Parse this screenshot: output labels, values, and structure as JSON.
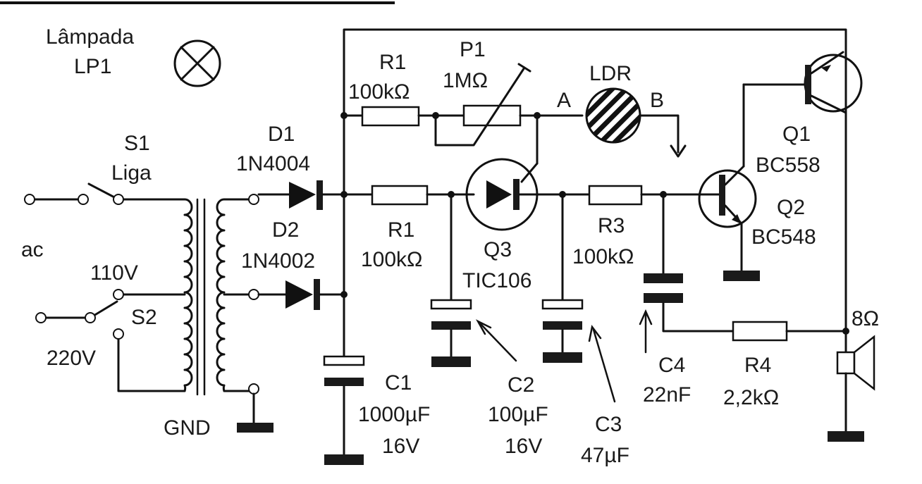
{
  "labels": {
    "lamp_title": "Lâmpada",
    "lamp_ref": "LP1",
    "s1_ref": "S1",
    "s1_name": "Liga",
    "ac": "ac",
    "v110": "110V",
    "s2_ref": "S2",
    "v220": "220V",
    "gnd": "GND",
    "d1_ref": "D1",
    "d1_part": "1N4004",
    "d2_ref": "D2",
    "d2_part": "1N4002",
    "r1_top_ref": "R1",
    "r1_top_val": "100kΩ",
    "p1_ref": "P1",
    "p1_val": "1MΩ",
    "ldr": "LDR",
    "ldr_a": "A",
    "ldr_b": "B",
    "r1_mid_ref": "R1",
    "r1_mid_val": "100kΩ",
    "q3_ref": "Q3",
    "q3_part": "TIC106",
    "r3_ref": "R3",
    "r3_val": "100kΩ",
    "q1_ref": "Q1",
    "q1_part": "BC558",
    "q2_ref": "Q2",
    "q2_part": "BC548",
    "c1_ref": "C1",
    "c1_val": "1000µF",
    "c1_v": "16V",
    "c2_ref": "C2",
    "c2_val": "100µF",
    "c2_v": "16V",
    "c3_ref": "C3",
    "c3_val": "47µF",
    "c4_ref": "C4",
    "c4_val": "22nF",
    "r4_ref": "R4",
    "r4_val": "2,2kΩ",
    "spk": "8Ω"
  }
}
